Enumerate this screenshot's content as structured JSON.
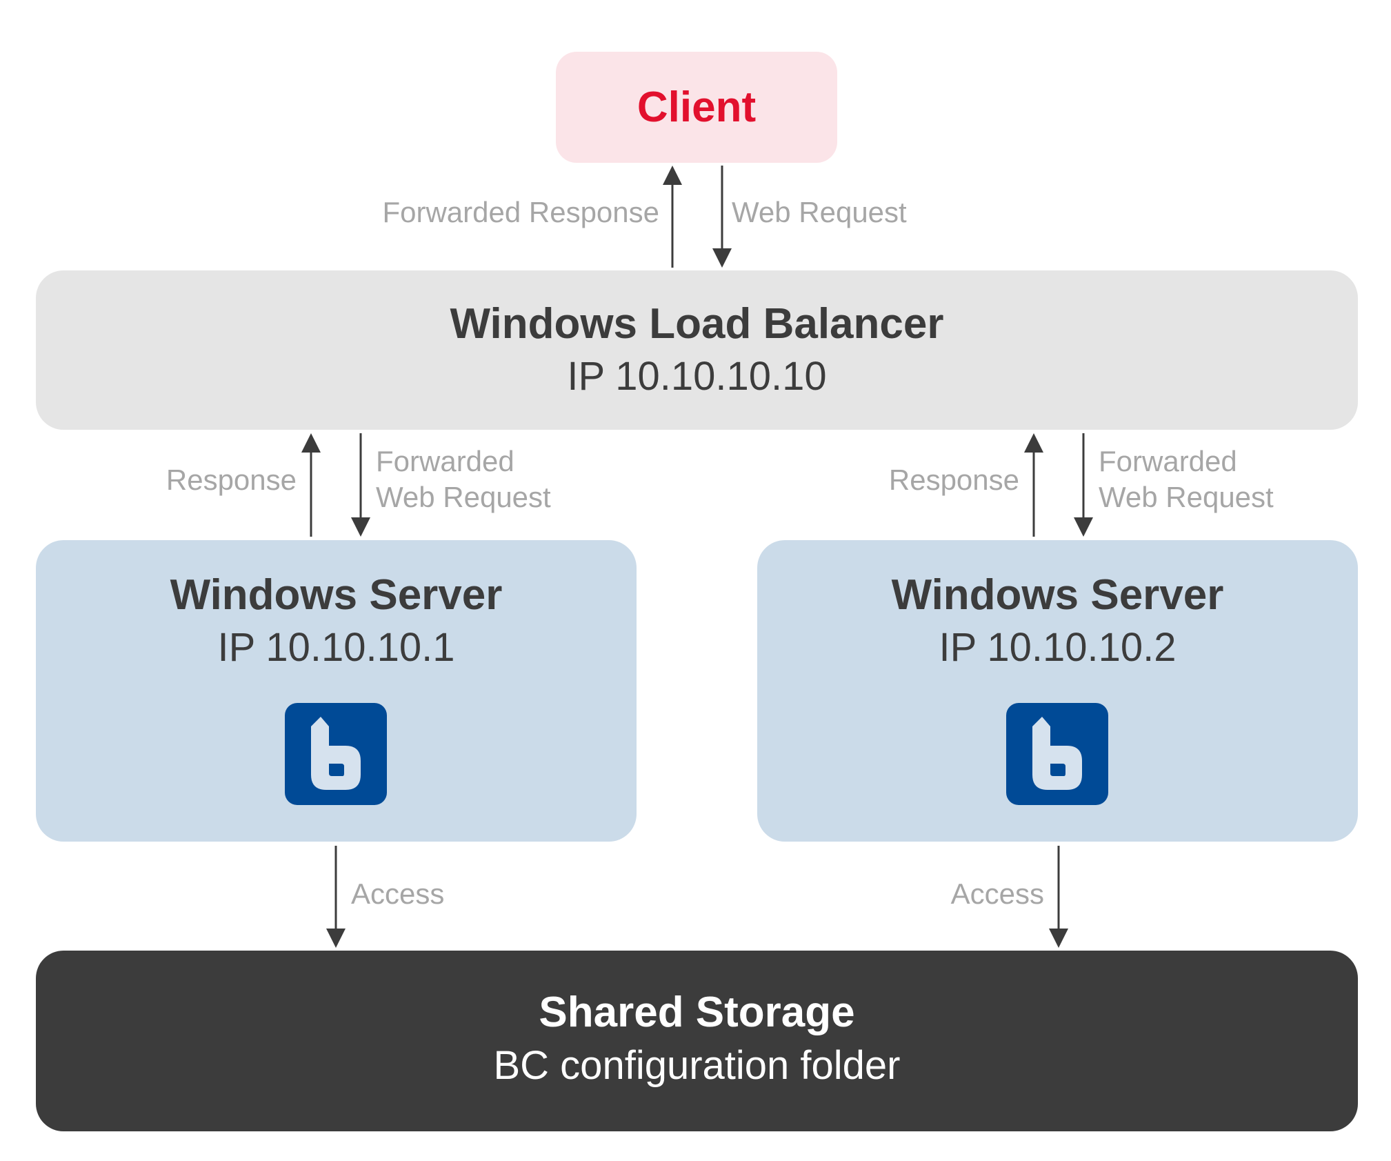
{
  "client": {
    "title": "Client"
  },
  "load_balancer": {
    "title": "Windows Load Balancer",
    "ip": "IP 10.10.10.10"
  },
  "servers": [
    {
      "title": "Windows Server",
      "ip": "IP 10.10.10.1",
      "icon": "bc-logo-icon"
    },
    {
      "title": "Windows Server",
      "ip": "IP 10.10.10.2",
      "icon": "bc-logo-icon"
    }
  ],
  "storage": {
    "title": "Shared Storage",
    "subtitle": "BC configuration folder"
  },
  "labels": {
    "forwarded_response": "Forwarded Response",
    "web_request": "Web Request",
    "response": "Response",
    "forwarded_line1": "Forwarded",
    "forwarded_line2": "Web Request",
    "access": "Access"
  },
  "colors": {
    "client_bg": "#fbe4e8",
    "client_text": "#e2102d",
    "load_balancer_bg": "#e5e5e5",
    "server_bg": "#cbdbe9",
    "storage_bg": "#3c3c3c",
    "logo_bg": "#004a96",
    "label_text": "#a6a6a6",
    "arrow": "#3c3c3c"
  }
}
